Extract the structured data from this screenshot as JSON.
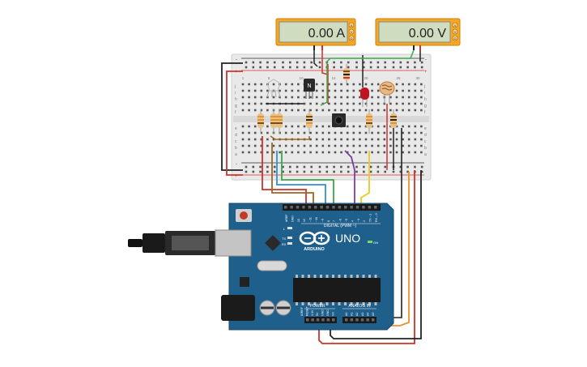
{
  "ammeter": {
    "reading": "0.00 A",
    "side_labels": [
      "A",
      "V",
      "Ω"
    ]
  },
  "voltmeter": {
    "reading": "0.00 V",
    "side_labels": [
      "A",
      "V",
      "Ω"
    ]
  },
  "breadboard": {
    "rows_top": [
      "j",
      "i",
      "h",
      "g",
      "f"
    ],
    "rows_bottom": [
      "e",
      "d",
      "c",
      "b",
      "a"
    ],
    "col_numbers": [
      "1",
      "5",
      "10",
      "15",
      "20",
      "25",
      "30"
    ],
    "rail_plus": "+",
    "rail_minus": "-"
  },
  "transistor": {
    "label": "N"
  },
  "arduino": {
    "logo_text": "ARDUINO",
    "model": "UNO",
    "digital_label": "DIGITAL (PWM ~)",
    "power_label": "POWER",
    "analog_label": "ANALOG IN",
    "on_label": "ON",
    "led_labels": [
      "L",
      "TX",
      "RX"
    ],
    "digital_pins": [
      "AREF",
      "GND",
      "13",
      "12",
      "~11",
      "~10",
      "~9",
      "8",
      "7",
      "~6",
      "~5",
      "4",
      "~3",
      "2",
      "TX→1",
      "RX←0"
    ],
    "power_pins": [
      "IOREF",
      "RESET",
      "3.3V",
      "5V",
      "GND",
      "GND",
      "Vin"
    ],
    "analog_pins": [
      "A0",
      "A1",
      "A2",
      "A3",
      "A4",
      "A5"
    ]
  },
  "colors": {
    "meter_body": "#f5a623",
    "breadboard": "#e9e9e9",
    "arduino_board": "#1f5f8b",
    "wire_red": "#d0312d",
    "wire_black": "#222222",
    "wire_green": "#3aa845",
    "wire_blue": "#2f8fd8",
    "wire_purple": "#7b3fa0",
    "wire_yellow": "#f2c81a",
    "wire_orange": "#e8922e",
    "wire_brown": "#a0651e"
  }
}
